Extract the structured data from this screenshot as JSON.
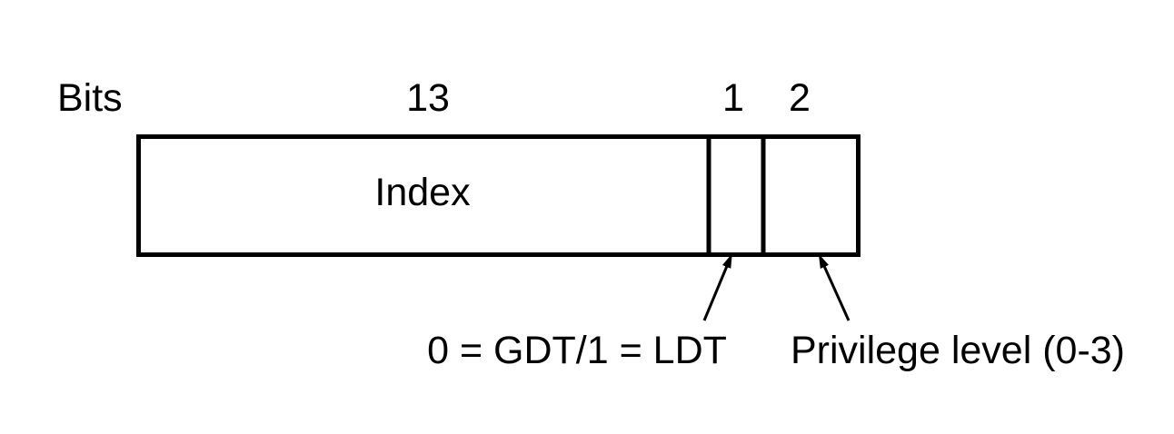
{
  "header": {
    "bits_label": "Bits",
    "widths": {
      "index": "13",
      "table_indicator": "1",
      "privilege_level": "2"
    }
  },
  "fields": {
    "index_label": "Index"
  },
  "annotations": {
    "table_indicator": "0 = GDT/1 = LDT",
    "privilege_level": "Privilege level (0-3)"
  },
  "colors": {
    "stroke": "#000000",
    "background": "#ffffff"
  }
}
